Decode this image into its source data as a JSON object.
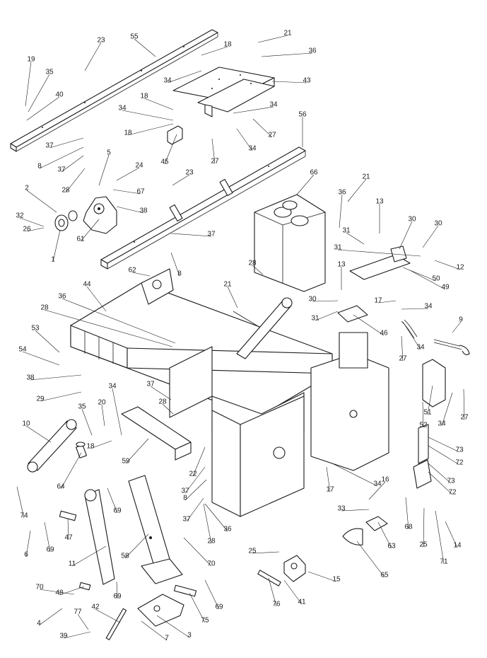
{
  "diagram": {
    "callouts": [
      {
        "num": "23"
      },
      {
        "num": "55"
      },
      {
        "num": "21"
      },
      {
        "num": "18"
      },
      {
        "num": "36"
      },
      {
        "num": "19"
      },
      {
        "num": "35"
      },
      {
        "num": "40"
      },
      {
        "num": "34"
      },
      {
        "num": "43"
      },
      {
        "num": "18"
      },
      {
        "num": "34"
      },
      {
        "num": "34"
      },
      {
        "num": "18"
      },
      {
        "num": "27"
      },
      {
        "num": "37"
      },
      {
        "num": "8"
      },
      {
        "num": "45"
      },
      {
        "num": "27"
      },
      {
        "num": "34"
      },
      {
        "num": "56"
      },
      {
        "num": "37"
      },
      {
        "num": "5"
      },
      {
        "num": "24"
      },
      {
        "num": "23"
      },
      {
        "num": "28"
      },
      {
        "num": "66"
      },
      {
        "num": "21"
      },
      {
        "num": "36"
      },
      {
        "num": "13"
      },
      {
        "num": "2"
      },
      {
        "num": "67"
      },
      {
        "num": "38"
      },
      {
        "num": "32"
      },
      {
        "num": "30"
      },
      {
        "num": "30"
      },
      {
        "num": "31"
      },
      {
        "num": "37"
      },
      {
        "num": "26"
      },
      {
        "num": "1"
      },
      {
        "num": "61"
      },
      {
        "num": "31"
      },
      {
        "num": "12"
      },
      {
        "num": "8"
      },
      {
        "num": "62"
      },
      {
        "num": "28"
      },
      {
        "num": "50"
      },
      {
        "num": "13"
      },
      {
        "num": "49"
      },
      {
        "num": "44"
      },
      {
        "num": "36"
      },
      {
        "num": "21"
      },
      {
        "num": "30"
      },
      {
        "num": "17"
      },
      {
        "num": "34"
      },
      {
        "num": "28"
      },
      {
        "num": "31"
      },
      {
        "num": "46"
      },
      {
        "num": "9"
      },
      {
        "num": "53"
      },
      {
        "num": "34"
      },
      {
        "num": "27"
      },
      {
        "num": "54"
      },
      {
        "num": "38"
      },
      {
        "num": "29"
      },
      {
        "num": "34"
      },
      {
        "num": "37"
      },
      {
        "num": "51"
      },
      {
        "num": "34"
      },
      {
        "num": "27"
      },
      {
        "num": "10"
      },
      {
        "num": "35"
      },
      {
        "num": "20"
      },
      {
        "num": "28"
      },
      {
        "num": "52"
      },
      {
        "num": "18"
      },
      {
        "num": "59"
      },
      {
        "num": "22"
      },
      {
        "num": "73"
      },
      {
        "num": "72"
      },
      {
        "num": "64"
      },
      {
        "num": "37"
      },
      {
        "num": "17"
      },
      {
        "num": "34"
      },
      {
        "num": "73"
      },
      {
        "num": "72"
      },
      {
        "num": "74"
      },
      {
        "num": "69"
      },
      {
        "num": "8"
      },
      {
        "num": "16"
      },
      {
        "num": "37"
      },
      {
        "num": "36"
      },
      {
        "num": "33"
      },
      {
        "num": "68"
      },
      {
        "num": "25"
      },
      {
        "num": "71"
      },
      {
        "num": "14"
      },
      {
        "num": "6"
      },
      {
        "num": "69"
      },
      {
        "num": "47"
      },
      {
        "num": "28"
      },
      {
        "num": "63"
      },
      {
        "num": "11"
      },
      {
        "num": "58"
      },
      {
        "num": "70"
      },
      {
        "num": "25"
      },
      {
        "num": "65"
      },
      {
        "num": "15"
      },
      {
        "num": "48"
      },
      {
        "num": "70"
      },
      {
        "num": "69"
      },
      {
        "num": "69"
      },
      {
        "num": "41"
      },
      {
        "num": "76"
      },
      {
        "num": "42"
      },
      {
        "num": "75"
      },
      {
        "num": "4"
      },
      {
        "num": "77"
      },
      {
        "num": "39"
      },
      {
        "num": "7"
      },
      {
        "num": "3"
      }
    ]
  },
  "colors": {
    "line": "#1a1a1a",
    "background": "#ffffff"
  }
}
